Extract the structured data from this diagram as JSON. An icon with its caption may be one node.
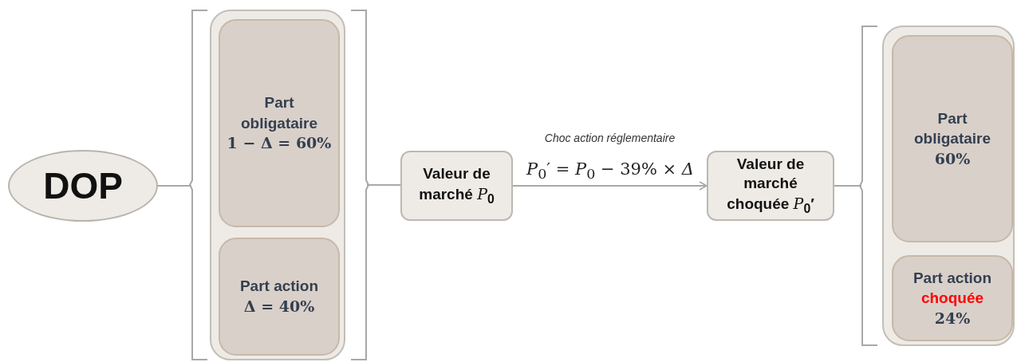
{
  "diagram": {
    "nodes": [
      {
        "text": [
          "DOP"
        ]
      },
      {
        "text": [],
        "shape": "bracket"
      },
      {
        "text": [],
        "shape": "box",
        "in": 1
      },
      {
        "text": [
          "Part obligataire",
          "1 − **Δ** = 60%"
        ],
        "in": 2
      },
      {
        "text": [
          "Part action",
          "**Δ** = 40%"
        ],
        "in": 2
      },
      {
        "text": [
          "Valeur de marché *P*$_{0}$"
        ]
      },
      {
        "text": [
          "Valeur de marché choquée *P*$_{0}$′"
        ]
      },
      {
        "text": [],
        "shape": "bracket"
      },
      {
        "text": [],
        "shape": "box",
        "in": 7
      },
      {
        "text": [
          "Part obligataire",
          "60%"
        ],
        "in": 8
      },
      {
        "text": [
          "Part action",
          "choquée",
          "24%"
        ],
        "in": 8
      }
    ],
    "edges": [
      {
        "from": 0,
        "to": 1,
        "arrow": "none"
      },
      {
        "from": 1,
        "to": 5,
        "arrow": "none"
      },
      {
        "from": 5,
        "to": 6,
        "arrow": "to",
        "label": "Choc action réglementaire"
      },
      {
        "from": 6,
        "to": 7,
        "arrow": "none"
      }
    ],
    "labels": [
      "*P*$_{0}$′ = *P*$_{0}$ − 39% × *Δ*"
    ]
  }
}
